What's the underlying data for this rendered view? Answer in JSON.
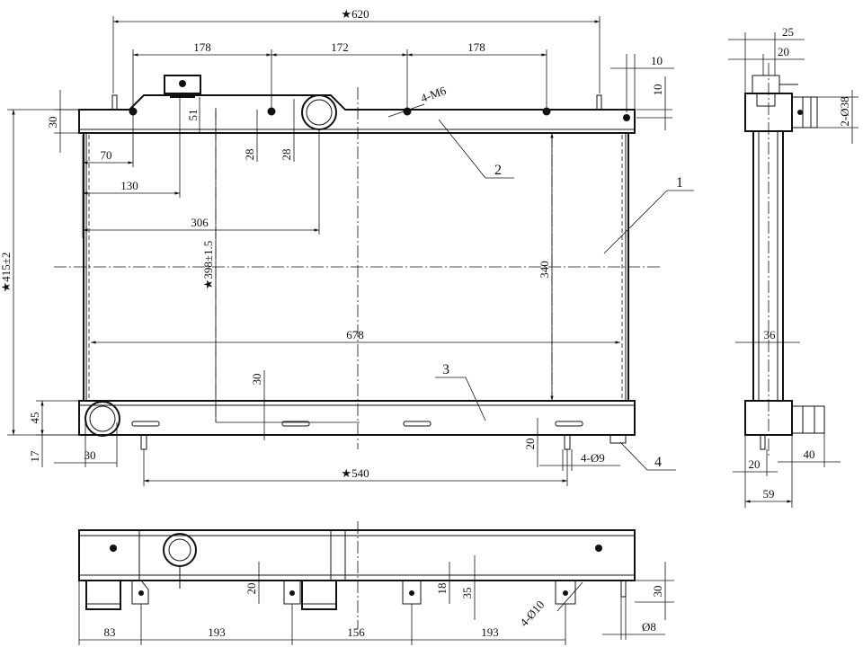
{
  "dimensions": {
    "overall_width": "★620",
    "hole_spacing_left": "178",
    "hole_spacing_mid": "172",
    "hole_spacing_right": "178",
    "offset_70": "70",
    "offset_130": "130",
    "offset_306": "306",
    "inner_width": "678",
    "bottom_mount_span": "★540",
    "bottom_left_30": "30",
    "height_core_398": "★398±1.5",
    "height_overall_415": "★415±2",
    "height_340": "340",
    "top_tank_30": "30",
    "cap_51": "51",
    "tank_28_a": "28",
    "tank_28_b": "28",
    "tank_30_mid": "30",
    "outlet_45": "45",
    "outlet_17": "17",
    "pin_20": "20",
    "pin_hole": "4-Ø9",
    "bolt_thread": "4-M6",
    "right_10_a": "10",
    "right_10_b": "10",
    "side_25": "25",
    "side_20_top": "20",
    "side_inlet": "2-Ø38",
    "side_36": "36",
    "side_20_bottom": "20",
    "side_40": "40",
    "side_59": "59",
    "bottom_83": "83",
    "bottom_193_a": "193",
    "bottom_156": "156",
    "bottom_193_b": "193",
    "bottom_20": "20",
    "bottom_18": "18",
    "bottom_35": "35",
    "bottom_30": "30",
    "bottom_holes": "4-Ø10",
    "bottom_pin": "Ø8"
  },
  "callouts": {
    "c1": "1",
    "c2": "2",
    "c3": "3",
    "c4": "4"
  }
}
